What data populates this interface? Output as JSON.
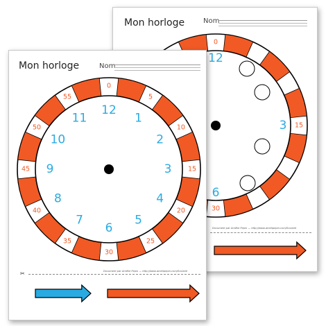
{
  "colors": {
    "orange": "#f15a24",
    "blue": "#29abe2",
    "black": "#000000",
    "white": "#ffffff"
  },
  "worksheet": {
    "title": "Mon horloge",
    "name_label": "Nom",
    "credit": "Document par Amélie Pepin — http://www.amelipepin.com/Scolaire",
    "hours": [
      "12",
      "1",
      "2",
      "3",
      "4",
      "5",
      "6",
      "7",
      "8",
      "9",
      "10",
      "11"
    ],
    "minutes": [
      "0",
      "5",
      "10",
      "15",
      "20",
      "25",
      "30",
      "35",
      "40",
      "45",
      "50",
      "55"
    ],
    "back_sheet_visible_hours": [
      "12",
      "3",
      "6"
    ],
    "back_sheet_visible_minutes": [
      "0",
      "15",
      "30"
    ],
    "hand_arrows": [
      {
        "color": "blue",
        "icon": "blue-arrow-icon"
      },
      {
        "color": "orange",
        "icon": "orange-arrow-icon"
      }
    ],
    "scissors_icon": "scissors-icon"
  }
}
